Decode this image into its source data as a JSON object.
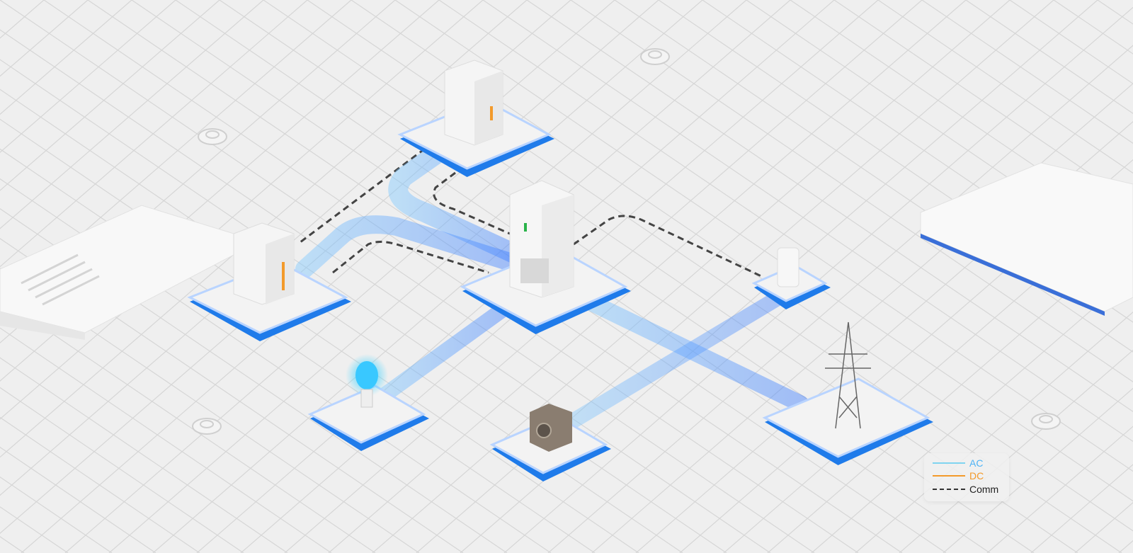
{
  "legend": {
    "items": [
      {
        "label": "AC",
        "color": "#7fd4f0"
      },
      {
        "label": "DC",
        "color": "#f39a2b"
      },
      {
        "label": "Comm",
        "color": "#333333"
      }
    ]
  },
  "colors": {
    "background": "#efefef",
    "grid": "#d8d8d8",
    "platform_edge": "#1f7bea",
    "ac_flow": "#5aa8ff",
    "comm": "#444444"
  }
}
